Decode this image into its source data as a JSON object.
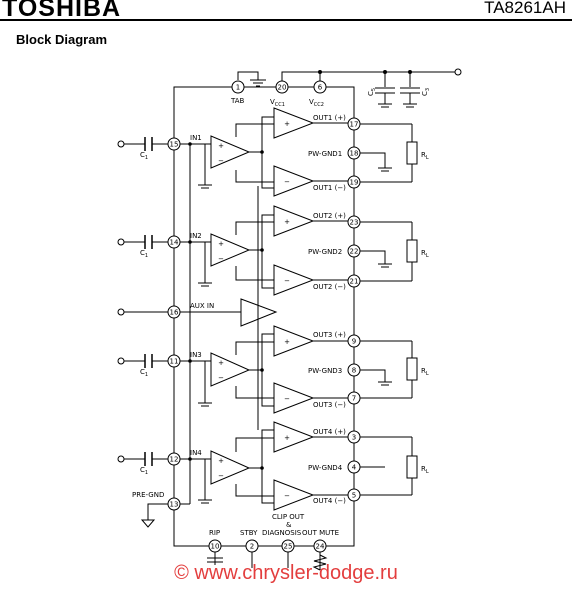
{
  "header": {
    "brand": "TOSHIBA",
    "part_number": "TA8261AH"
  },
  "section_title": "Block Diagram",
  "pins": {
    "tab": "1",
    "vcc1": "20",
    "vcc2": "6",
    "in1": "15",
    "in2": "14",
    "aux": "16",
    "in3": "11",
    "in4": "12",
    "pregnd": "13",
    "out1p": "17",
    "pwgnd1": "18",
    "out1m": "19",
    "out2p": "23",
    "pwgnd2": "22",
    "out2m": "21",
    "out3p": "9",
    "pwgnd3": "8",
    "out3m": "7",
    "out4p": "3",
    "pwgnd4": "4",
    "out4m": "5",
    "rip": "10",
    "stby": "2",
    "clip": "25",
    "mute": "24"
  },
  "labels": {
    "tab": "TAB",
    "vcc1": "V",
    "vcc1_sub": "CC1",
    "vcc2": "V",
    "vcc2_sub": "CC2",
    "c5": "C",
    "c5_sub": "5",
    "c3": "C",
    "c3_sub": "3",
    "c1": "C",
    "c1_sub": "1",
    "rl": "R",
    "rl_sub": "L",
    "in1": "IN1",
    "in2": "IN2",
    "in3": "IN3",
    "in4": "IN4",
    "aux": "AUX IN",
    "pregnd": "PRE-GND",
    "out1p": "OUT1 (+)",
    "pwgnd1": "PW-GND1",
    "out1m": "OUT1 (−)",
    "out2p": "OUT2 (+)",
    "pwgnd2": "PW-GND2",
    "out2m": "OUT2 (−)",
    "out3p": "OUT3 (+)",
    "pwgnd3": "PW-GND3",
    "out3m": "OUT3 (−)",
    "out4p": "OUT4 (+)",
    "pwgnd4": "PW-GND4",
    "out4m": "OUT4 (−)",
    "rip": "RIP",
    "stby": "STBY",
    "clip_line1": "CLIP OUT",
    "clip_line2": "&",
    "clip_line3": "DIAGNOSIS",
    "mute": "OUT MUTE",
    "plus": "+",
    "minus": "−"
  },
  "watermark": "© www.chrysler-dodge.ru"
}
